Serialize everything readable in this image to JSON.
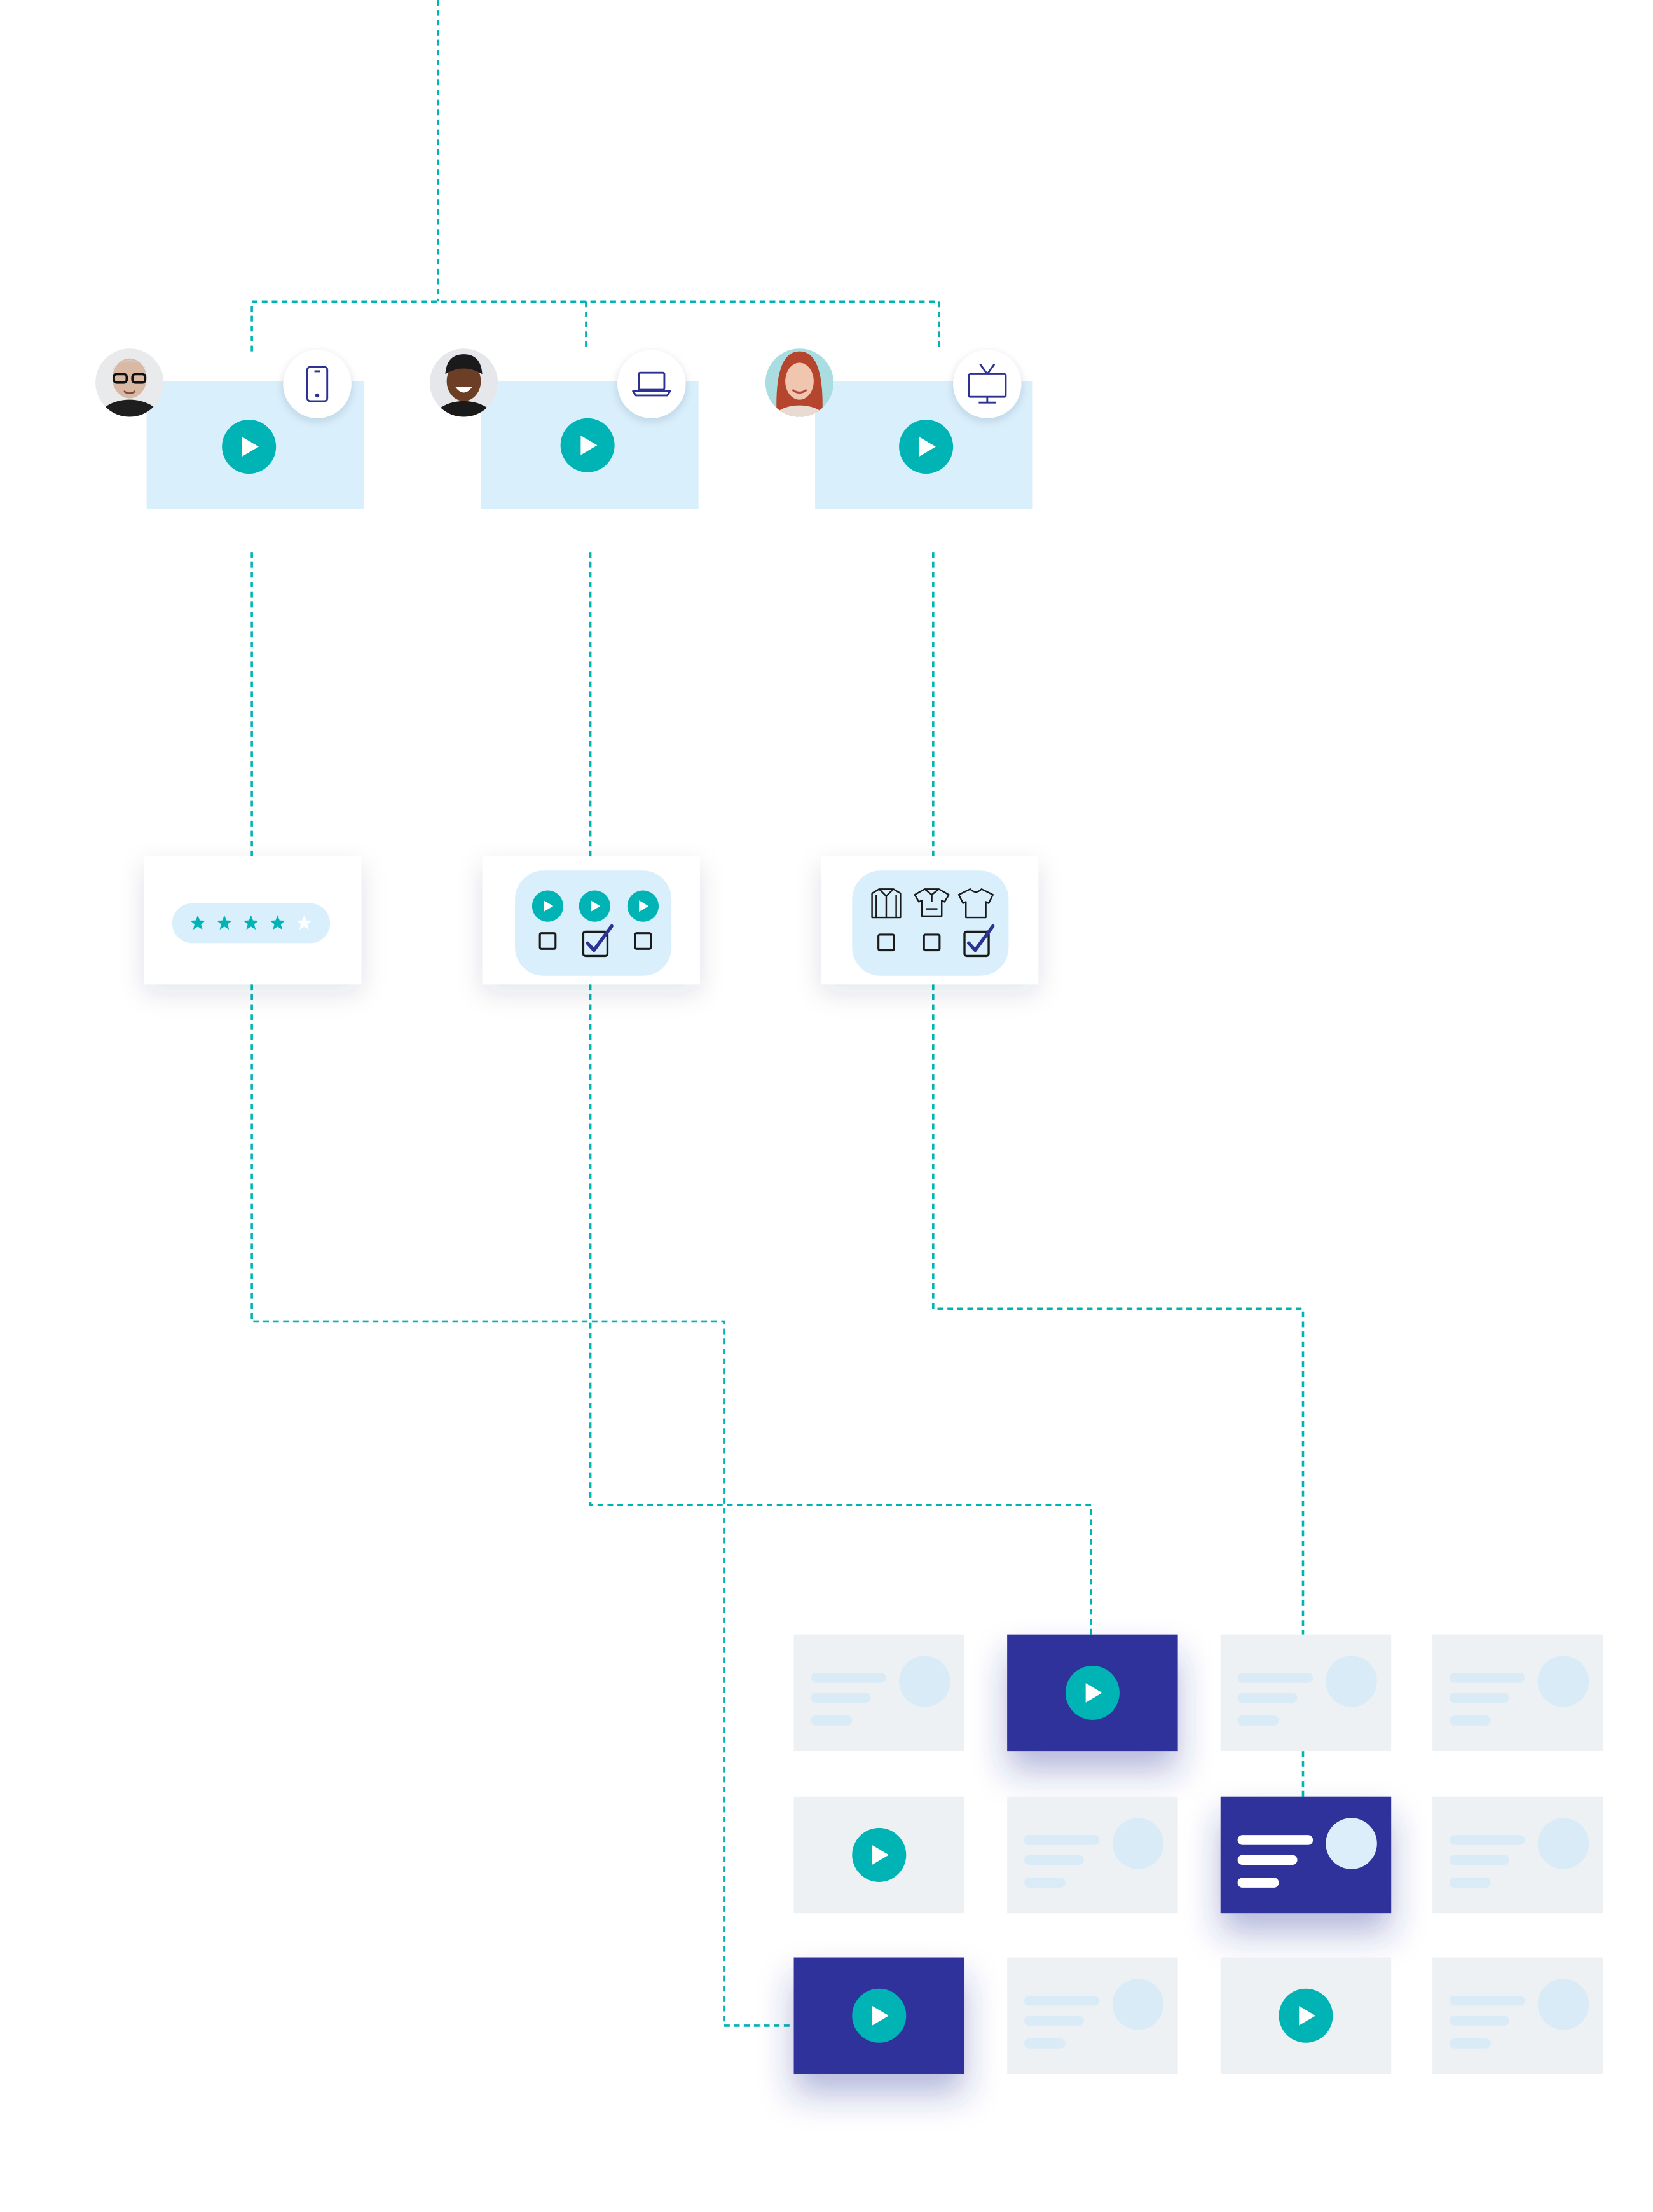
{
  "colors": {
    "teal": "#00B4B6",
    "light_blue": "#D9EFFB",
    "navy": "#2F319A",
    "tile_grey": "#EEF1F3",
    "icon_navy": "#2D3192",
    "star_inactive": "#FFFFFF",
    "lines_light": "#DAEBF8"
  },
  "viewers": [
    {
      "avatar": "person-glasses-grey-hair-avatar",
      "device": "smartphone-icon"
    },
    {
      "avatar": "person-smiling-avatar",
      "device": "laptop-icon"
    },
    {
      "avatar": "person-red-hair-avatar",
      "device": "tv-icon"
    }
  ],
  "interactions": {
    "rating": {
      "icon": "star-icon",
      "filled": 4,
      "total": 5
    },
    "video_choice": {
      "options": 3,
      "selected_index": 1
    },
    "product_choice": {
      "items": [
        "shirt-icon",
        "polo-shirt-icon",
        "t-shirt-icon"
      ],
      "selected_index": 2
    }
  },
  "grid": {
    "rows": 3,
    "cols": 4,
    "cells": [
      [
        "card-light",
        "video-navy",
        "card-light",
        "card-light"
      ],
      [
        "video-grey",
        "card-light",
        "card-navy",
        "card-light"
      ],
      [
        "video-navy",
        "card-light",
        "video-grey",
        "card-light"
      ]
    ]
  }
}
